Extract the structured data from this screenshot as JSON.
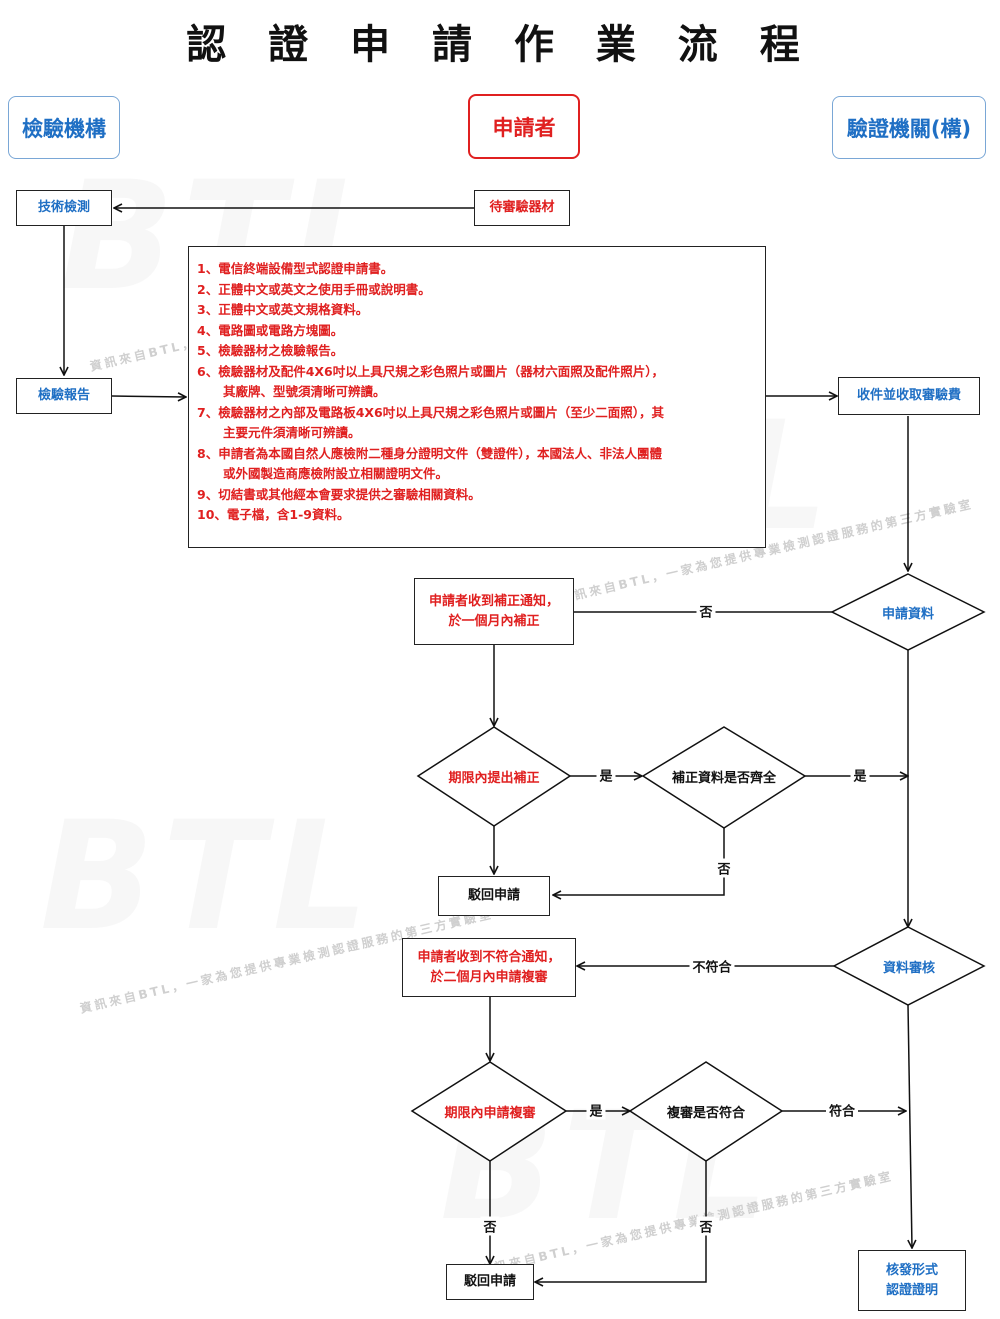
{
  "title": "認 證 申 請 作 業 流 程",
  "lanes": {
    "lab": "檢驗機構",
    "applicant": "申請者",
    "authority": "驗證機關(構)"
  },
  "nodes": {
    "tech_test": "技術檢測",
    "sample": "待審驗器材",
    "test_report": "檢驗報告",
    "receive_fee": "收件並收取審驗費",
    "notify_fix": "申請者收到補正通知，\n於一個月內補正",
    "app_data": "申請資料",
    "fix_in_time": "期限內提出補正",
    "fix_complete": "補正資料是否齊全",
    "reject_1": "駁回申請",
    "notify_nonconform": "申請者收到不符合通知，\n於二個月內申請複審",
    "data_review": "資料審核",
    "review_in_time": "期限內申請複審",
    "review_conform": "複審是否符合",
    "reject_2": "駁回申請",
    "issue_cert": "核發形式\n認證證明"
  },
  "requirements": [
    {
      "text": "1、電信終端設備型式認證申請書。",
      "indent": false
    },
    {
      "text": "2、正體中文或英文之使用手冊或說明書。",
      "indent": false
    },
    {
      "text": "3、正體中文或英文規格資料。",
      "indent": false
    },
    {
      "text": "4、電路圖或電路方塊圖。",
      "indent": false
    },
    {
      "text": "5、檢驗器材之檢驗報告。",
      "indent": false
    },
    {
      "text": "6、檢驗器材及配件4X6吋以上具尺規之彩色照片或圖片（器材六面照及配件照片），",
      "indent": false
    },
    {
      "text": "其廠牌、型號須清晰可辨讀。",
      "indent": true
    },
    {
      "text": "7、檢驗器材之內部及電路板4X6吋以上具尺規之彩色照片或圖片（至少二面照），其",
      "indent": false
    },
    {
      "text": "主要元件須清晰可辨讀。",
      "indent": true
    },
    {
      "text": "8、申請者為本國自然人應檢附二種身分證明文件（雙證件），本國法人、非法人團體",
      "indent": false
    },
    {
      "text": "或外國製造商應檢附設立相關證明文件。",
      "indent": true
    },
    {
      "text": "9、切結書或其他經本會要求提供之審驗相關資料。",
      "indent": false
    },
    {
      "text": "10、電子檔，含1-9資料。",
      "indent": false
    }
  ],
  "edge_labels": {
    "no_1": "否",
    "yes_1": "是",
    "yes_2": "是",
    "no_2": "否",
    "nonconform": "不符合",
    "yes_3": "是",
    "conform": "符合",
    "no_3": "否",
    "no_4": "否"
  },
  "watermark": {
    "logo": "BTL",
    "tagline": "資訊來自BTL，一家為您提供專業檢測認證服務的第三方實驗室"
  },
  "colors": {
    "blue": "#1f6fc4",
    "red": "#e02020",
    "line": "#111111"
  }
}
